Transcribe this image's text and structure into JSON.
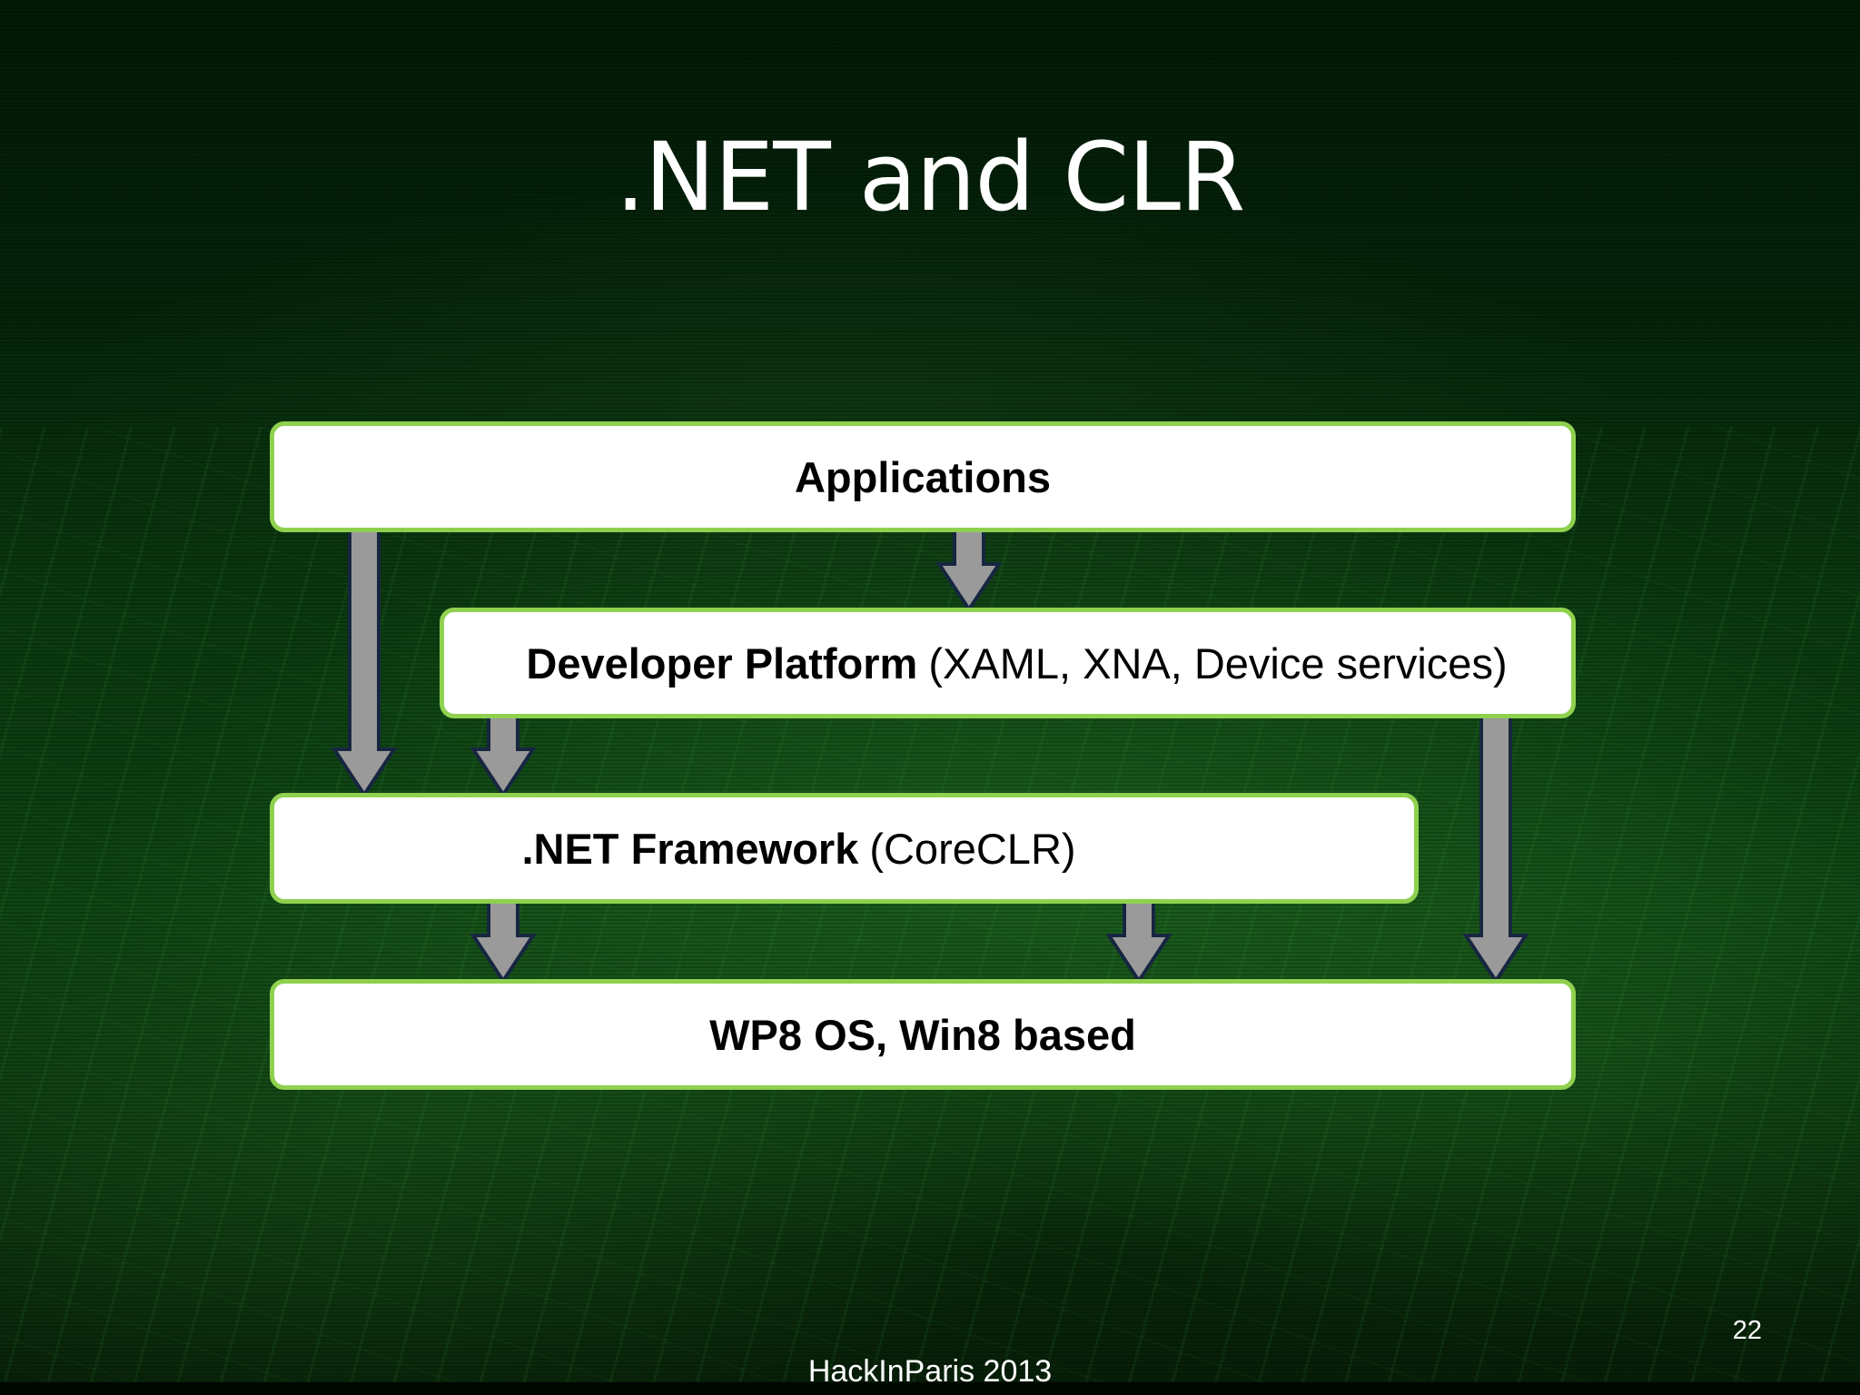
{
  "slide": {
    "title": ".NET and CLR",
    "footer": "HackInParis 2013",
    "page_number": "22"
  },
  "diagram": {
    "boxes": {
      "applications": {
        "bold": "Applications",
        "note": ""
      },
      "developer_platform": {
        "bold": "Developer Platform",
        "note": "(XAML, XNA, Device services)"
      },
      "net_framework": {
        "bold": ".NET Framework",
        "note": "(CoreCLR)"
      },
      "os": {
        "bold": "WP8 OS, Win8 based",
        "note": ""
      }
    },
    "edges": [
      {
        "from": "Applications",
        "to": ".NET Framework"
      },
      {
        "from": "Applications",
        "to": "Developer Platform"
      },
      {
        "from": "Developer Platform",
        "to": ".NET Framework"
      },
      {
        "from": "Developer Platform",
        "to": "WP8 OS, Win8 based"
      },
      {
        "from": ".NET Framework",
        "to": "WP8 OS, Win8 based"
      },
      {
        "from": ".NET Framework",
        "to": "WP8 OS, Win8 based"
      }
    ],
    "colors": {
      "box_fill": "#ffffff",
      "box_border": "#8fd14f",
      "arrow_fill": "#9a9a9a",
      "arrow_outline": "#172640",
      "background": "#0b3b10"
    }
  }
}
